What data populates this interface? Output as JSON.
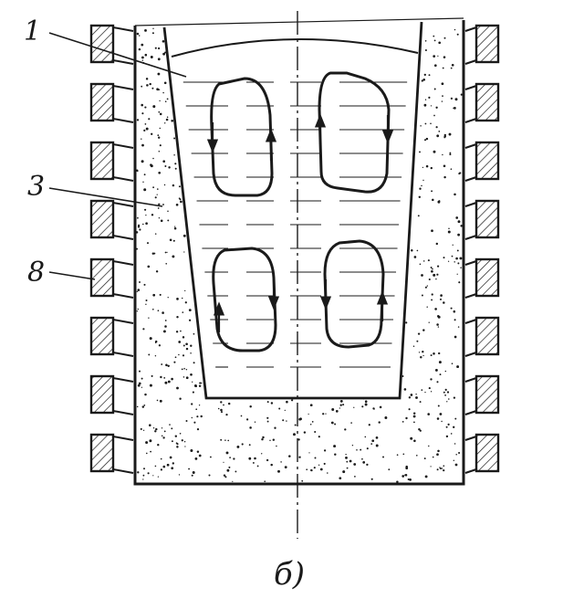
{
  "labels": {
    "metal": "1",
    "lining": "3",
    "inductor": "8"
  },
  "caption": "б)",
  "colors": {
    "ink": "#1a1a1a",
    "paper": "#ffffff"
  }
}
